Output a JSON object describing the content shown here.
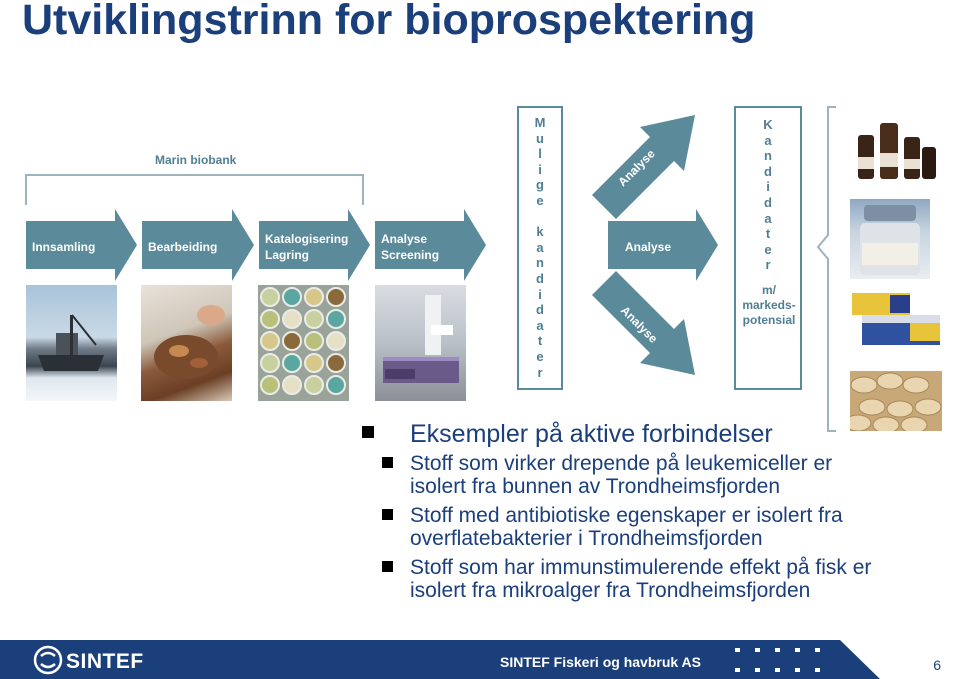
{
  "title": "Utviklingstrinn for bioprospektering",
  "diagram": {
    "bracket_label": "Marin biobank",
    "steps": [
      "Innsamling",
      "Bearbeiding",
      "Katalogisering",
      "Lagring",
      "Analyse",
      "Screening"
    ],
    "candidates_label": [
      "M",
      "u",
      "l",
      "i",
      "g",
      "e",
      "",
      "k",
      "a",
      "n",
      "d",
      "i",
      "d",
      "a",
      "t",
      "e",
      "r"
    ],
    "analyse_up": "Analyse",
    "analyse_mid": "Analyse",
    "analyse_down": "Analyse",
    "kandidater_label": [
      "K",
      "a",
      "n",
      "d",
      "i",
      "d",
      "a",
      "t",
      "e",
      "r"
    ],
    "markedspotensial": [
      "m/",
      "markeds-",
      "potensial"
    ],
    "arrow_color": "#5b8a9b"
  },
  "bullets": {
    "heading": "Eksempler på aktive forbindelser",
    "items": [
      {
        "line1": "Stoff som virker drepende på leukemiceller er",
        "line2": "isolert fra bunnen av Trondheimsfjorden"
      },
      {
        "line1": "Stoff med antibiotiske egenskaper er isolert fra",
        "line2": "overflatebakterier i Trondheimsfjorden"
      },
      {
        "line1": "Stoff som har immunstimulerende effekt på fisk er",
        "line2": "isolert fra mikroalger fra Trondheimsfjorden"
      }
    ]
  },
  "footer": {
    "logo": "SINTEF",
    "org": "SINTEF Fiskeri og havbruk AS",
    "page": "6"
  }
}
